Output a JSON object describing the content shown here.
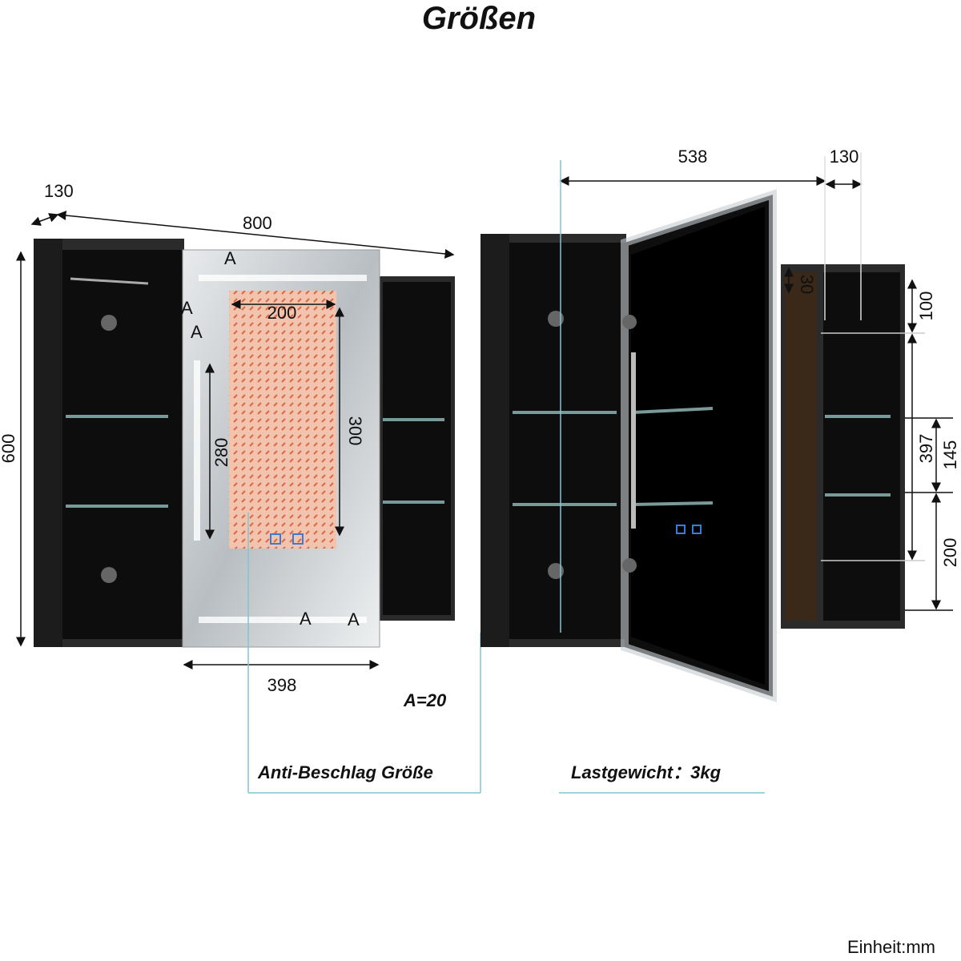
{
  "title": "Größen",
  "left_view": {
    "depth": "130",
    "width": "800",
    "height": "600",
    "mirror_width": "398",
    "antifog_width": "200",
    "antifog_height": "300",
    "light_strip_height": "280",
    "margin_label": "A",
    "margin_note": "A=20",
    "caption": "Anti-Beschlag Größe"
  },
  "right_view": {
    "door_width": "538",
    "depth": "130",
    "top_offset": "30",
    "top_compartment": "100",
    "shelf_zone": "397",
    "shelf_spacing": "145",
    "bottom_shelf": "200",
    "caption": "Lastgewicht：3kg"
  },
  "unit": "Einheit:mm",
  "colors": {
    "cabinet": "#1a1a1a",
    "frame": "#3a3a3a",
    "mirror": "#cfd3d6",
    "antifog": "#f2b49a",
    "caption_line": "#7fc6d0"
  }
}
